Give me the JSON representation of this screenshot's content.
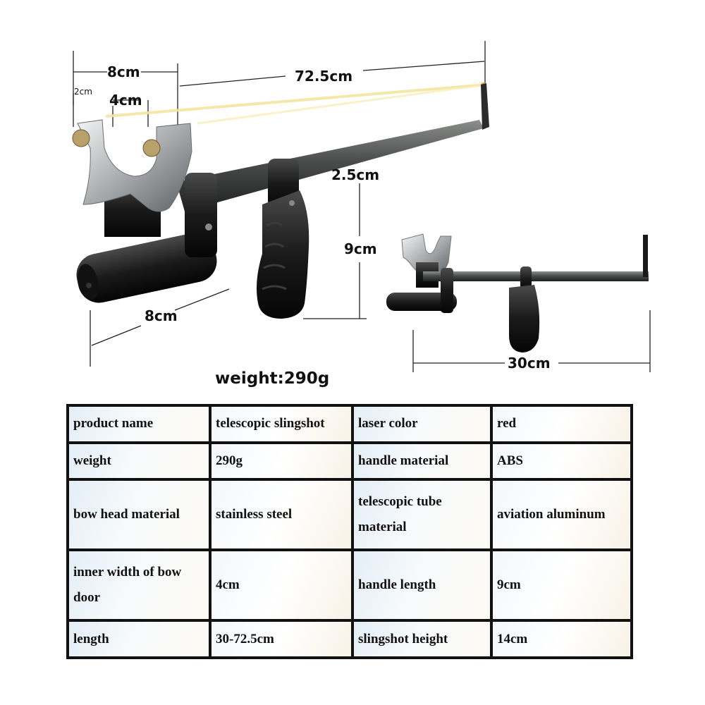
{
  "dimensions": {
    "head_width": "8cm",
    "total_length": "72.5cm",
    "fork_small": "2cm",
    "fork_gap": "4cm",
    "tube_diameter": "2.5cm",
    "handle_height": "9cm",
    "laser_length": "8cm",
    "collapsed_length": "30cm"
  },
  "weight_caption": "weight:290g",
  "colors": {
    "laser": "#f2e6a0",
    "tube": "#4a4d4b",
    "metal": "#c9cbcc",
    "handle": "#1a1a1a"
  },
  "specs": [
    {
      "label1": "product name",
      "value1": "telescopic slingshot",
      "label2": "laser color",
      "value2": "red"
    },
    {
      "label1": "weight",
      "value1": "290g",
      "label2": "handle material",
      "value2": "ABS"
    },
    {
      "label1": "bow head material",
      "value1": "stainless steel",
      "label2": "telescopic tube material",
      "value2": "aviation aluminum"
    },
    {
      "label1": "inner width of bow door",
      "value1": "4cm",
      "label2": "handle length",
      "value2": "9cm"
    },
    {
      "label1": "length",
      "value1": "30-72.5cm",
      "label2": "slingshot height",
      "value2": "14cm"
    }
  ]
}
